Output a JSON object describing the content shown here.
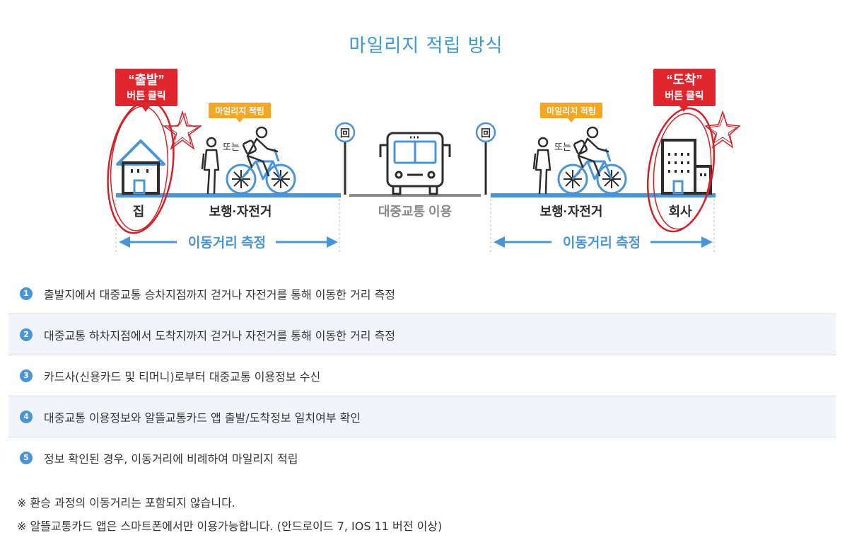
{
  "title": "마일리지 적립 방식",
  "diagram": {
    "start_bubble": {
      "line1": "“출발”",
      "line2": "버튼 클릭"
    },
    "end_bubble": {
      "line1": "“도착”",
      "line2": "버튼 클릭"
    },
    "mileage_tag": "마일리지 적립",
    "or_text": "또는",
    "home_label": "집",
    "walk_bike_label": "보행·자전거",
    "transit_label": "대중교통 이용",
    "office_label": "회사",
    "measure_label": "이동거리 측정",
    "bus_stop_glyph": "回",
    "colors": {
      "blue": "#4a95d8",
      "red": "#e0262c",
      "orange": "#f5a623",
      "gray": "#8a8a8a",
      "dark": "#2d2d2d"
    }
  },
  "steps": [
    {
      "num": "1",
      "text": "출발지에서 대중교통 승차지점까지 걷거나 자전거를 통해 이동한 거리 측정"
    },
    {
      "num": "2",
      "text": "대중교통 하차지점에서 도착지까지 걷거나 자전거를 통해 이동한 거리 측정"
    },
    {
      "num": "3",
      "text": "카드사(신용카드 및 티머니)로부터 대중교통 이용정보 수신"
    },
    {
      "num": "4",
      "text": "대중교통 이용정보와 알뜰교통카드 앱 출발/도착정보 일치여부 확인"
    },
    {
      "num": "5",
      "text": "정보 확인된 경우, 이동거리에 비례하여 마일리지 적립"
    }
  ],
  "notes": [
    "※ 환승 과정의 이동거리는 포함되지 않습니다.",
    "※ 알뜰교통카드 앱은 스마트폰에서만 이용가능합니다. (안드로이드 7, IOS 11 버전 이상)"
  ]
}
